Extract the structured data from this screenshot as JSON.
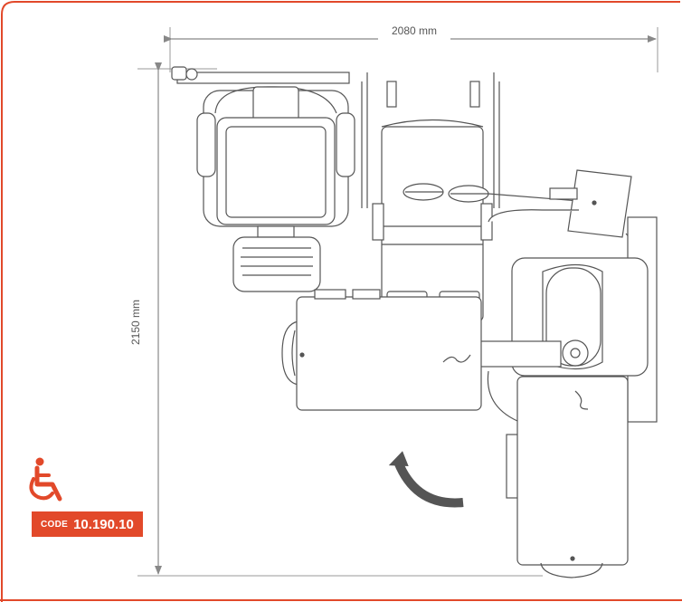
{
  "dimensions": {
    "width_label": "2080 mm",
    "depth_label": "2150 mm"
  },
  "badge": {
    "prefix": "CODE",
    "code": "10.190.10"
  },
  "icons": {
    "accessibility": "wheelchair-icon"
  },
  "colors": {
    "accent": "#e2492a",
    "line": "#555555",
    "dimension": "#888888"
  }
}
